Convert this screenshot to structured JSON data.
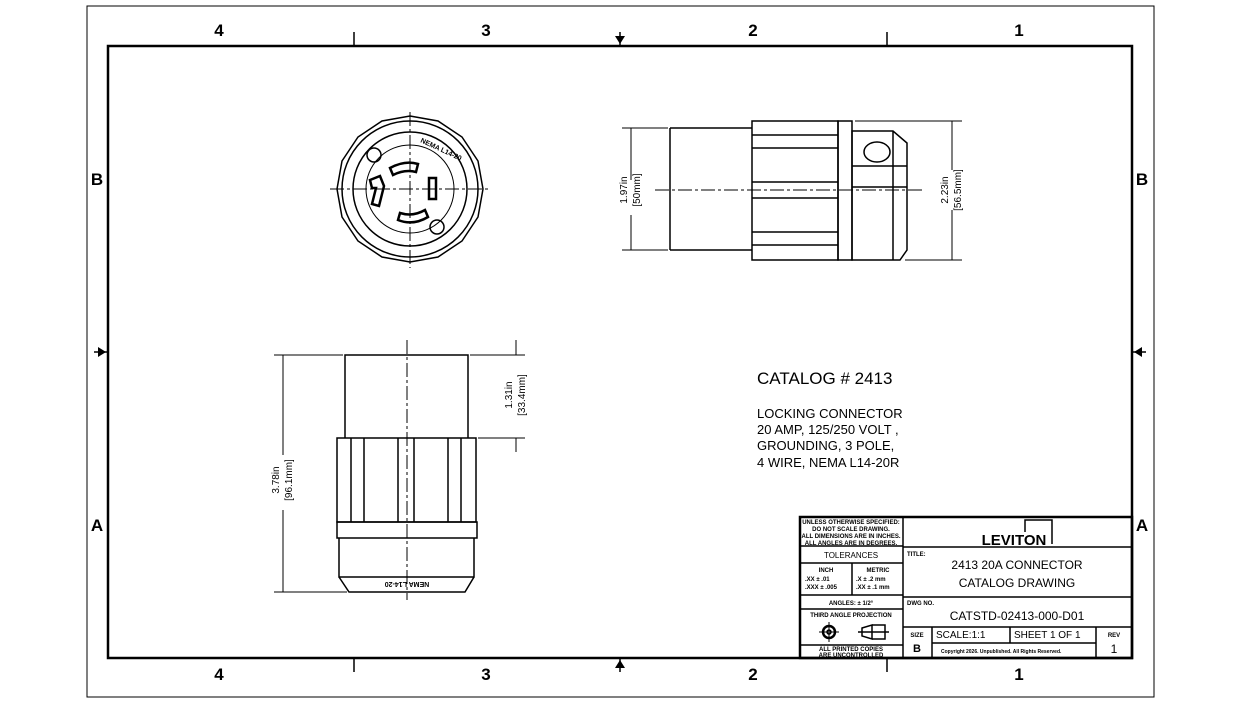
{
  "zones": {
    "columns": [
      "4",
      "3",
      "2",
      "1"
    ],
    "rows": [
      "B",
      "A"
    ]
  },
  "views": {
    "side": {
      "dim_left_in": "1.97in",
      "dim_left_mm": "[50mm]",
      "dim_right_in": "2.23in",
      "dim_right_mm": "[56.5mm]"
    },
    "bottom": {
      "dim_total_in": "3.78in",
      "dim_total_mm": "[96.1mm]",
      "dim_top_in": "1.31in",
      "dim_top_mm": "[33.4mm]"
    }
  },
  "catalog": {
    "title": "CATALOG # 2413",
    "description": [
      "LOCKING CONNECTOR",
      "20 AMP, 125/250 VOLT ,",
      "GROUNDING, 3 POLE,",
      "4 WIRE, NEMA L14-20R"
    ]
  },
  "title_block": {
    "notes": [
      "UNLESS OTHERWISE SPECIFIED:",
      "DO NOT SCALE DRAWING.",
      "ALL DIMENSIONS ARE IN INCHES.",
      "ALL ANGLES ARE IN DEGREES."
    ],
    "tolerances_label": "TOLERANCES",
    "inch_label": "INCH",
    "inch_values": [
      ".XX  ± .01",
      ".XXX  ± .005"
    ],
    "metric_label": "METRIC",
    "metric_values": [
      ".X  ± .2 mm",
      ".XX  ± .1 mm"
    ],
    "angles": "ANGLES: ± 1/2°",
    "projection": "THIRD ANGLE PROJECTION",
    "printed_copies": [
      "ALL PRINTED COPIES",
      "ARE UNCONTROLLED"
    ],
    "logo": "LEVITON",
    "title_label": "TITLE:",
    "title_lines": [
      "2413 20A CONNECTOR",
      "CATALOG DRAWING"
    ],
    "dwg_no_label": "DWG NO.",
    "dwg_no": "CATSTD-02413-000-D01",
    "size_label": "SIZE",
    "size": "B",
    "scale": "SCALE:1:1",
    "sheet": "SHEET 1 OF 1",
    "rev_label": "REV",
    "rev": "1",
    "copyright": "Copyright 2026. Unpublished. All Rights Reserved."
  }
}
